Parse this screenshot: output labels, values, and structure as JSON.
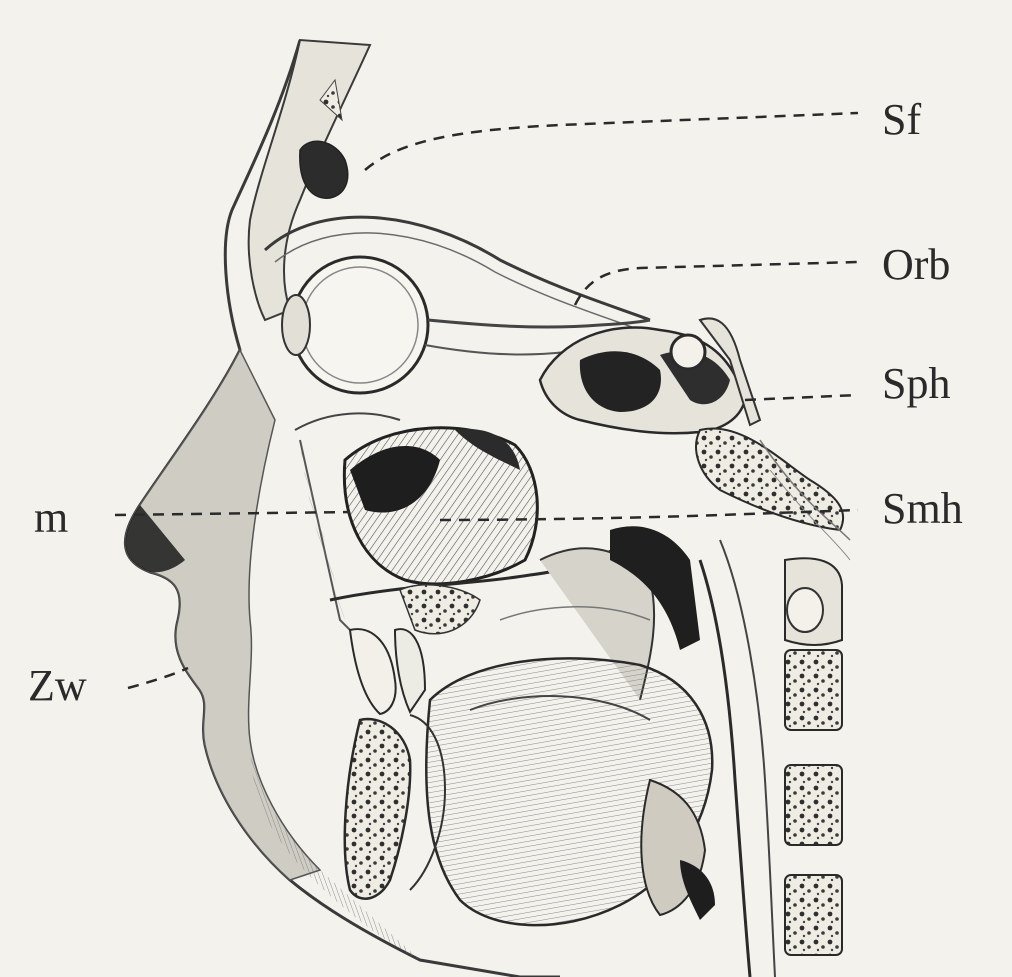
{
  "figure": {
    "labels": {
      "sf": "Sf",
      "orb": "Orb",
      "sph": "Sph",
      "smh": "Smh",
      "m": "m",
      "zw": "Zw"
    }
  },
  "colors": {
    "paper": "#f4f2ec",
    "ink": "#2a2a2a",
    "cavity_dark": "#1e1e1e",
    "tissue_grey": "#9a9a9a",
    "bone_light": "#e6e3da"
  }
}
